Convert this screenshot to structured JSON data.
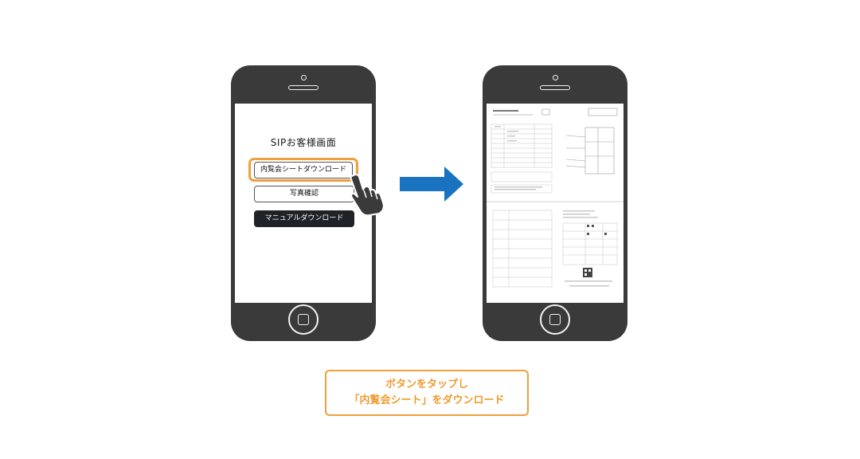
{
  "left_screen": {
    "title": "SIPお客様画面",
    "buttons": {
      "download_sheet": "内覧会シートダウンロード",
      "photo_check": "写真確認",
      "manual_download": "マニュアルダウンロード"
    }
  },
  "caption": {
    "line1": "ボタンをタップし",
    "line2": "「内覧会シート」をダウンロード"
  },
  "colors": {
    "accent_orange": "#f0a03a",
    "arrow_blue": "#1a73c1",
    "phone_body": "#3a3a3a"
  },
  "icons": [
    "hand-pointer-icon",
    "right-arrow-icon",
    "camera-icon",
    "home-button-icon"
  ]
}
